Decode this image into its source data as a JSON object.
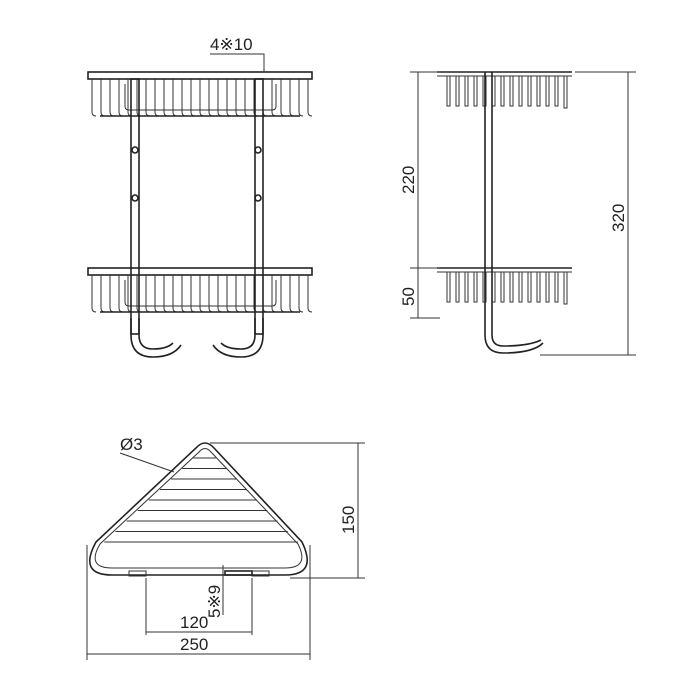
{
  "front_view": {
    "hole_label": "4※10"
  },
  "side_view": {
    "dim_shelf_spacing": "220",
    "dim_hook": "50",
    "dim_total_height": "320"
  },
  "top_view": {
    "wire_diameter": "Ø3",
    "dim_depth": "150",
    "dim_slot": "5※9",
    "dim_mount_spacing": "120",
    "dim_width": "250"
  },
  "colors": {
    "line": "#222222",
    "background": "#ffffff"
  }
}
